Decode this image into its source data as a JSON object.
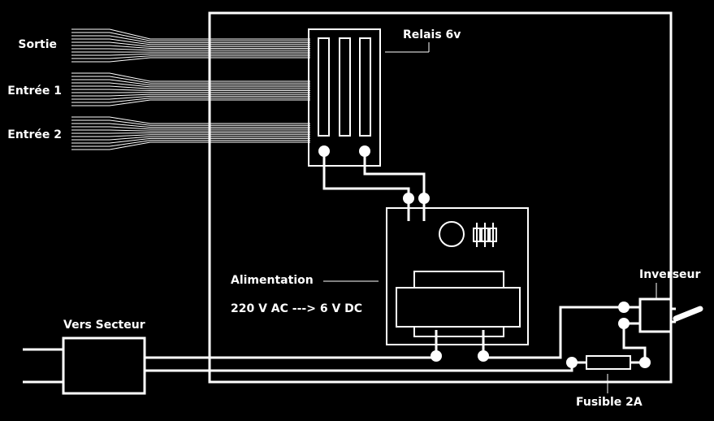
{
  "labels": {
    "sortie": "Sortie",
    "entree1": "Entrée 1",
    "entree2": "Entrée 2",
    "relais": "Relais 6v",
    "alimentation": "Alimentation",
    "conversion": "220 V AC ---> 6 V DC",
    "vers_secteur": "Vers Secteur",
    "inverseur": "Inverseur",
    "fusible": "Fusible 2A"
  },
  "colors": {
    "background": "#000000",
    "line": "#ffffff"
  }
}
